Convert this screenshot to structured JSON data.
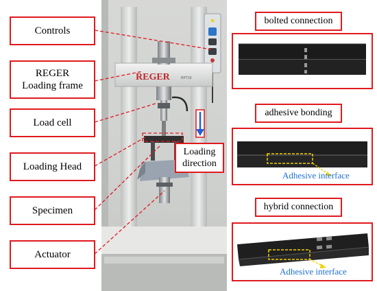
{
  "labels": {
    "controls": "Controls",
    "reger_line1": "REGER",
    "reger_line2": "Loading frame",
    "load_cell": "Load cell",
    "loading_head": "Loading Head",
    "specimen": "Specimen",
    "actuator": "Actuator",
    "direction_line1": "Loading",
    "direction_line2": "direction"
  },
  "machine": {
    "brand": "REGER",
    "model": "RPT16"
  },
  "panels": {
    "bolted": "bolted connection",
    "adhesive": "adhesive bonding",
    "hybrid": "hybrid connection",
    "adhesive_interface": "Adhesive interface",
    "hybrid_interface": "Adhesive interface"
  },
  "colors": {
    "callout_red": "#e0191e",
    "arrow_blue": "#1f5fd6",
    "interface_yellow": "#f1d000",
    "interface_text": "#1e6fd0"
  }
}
